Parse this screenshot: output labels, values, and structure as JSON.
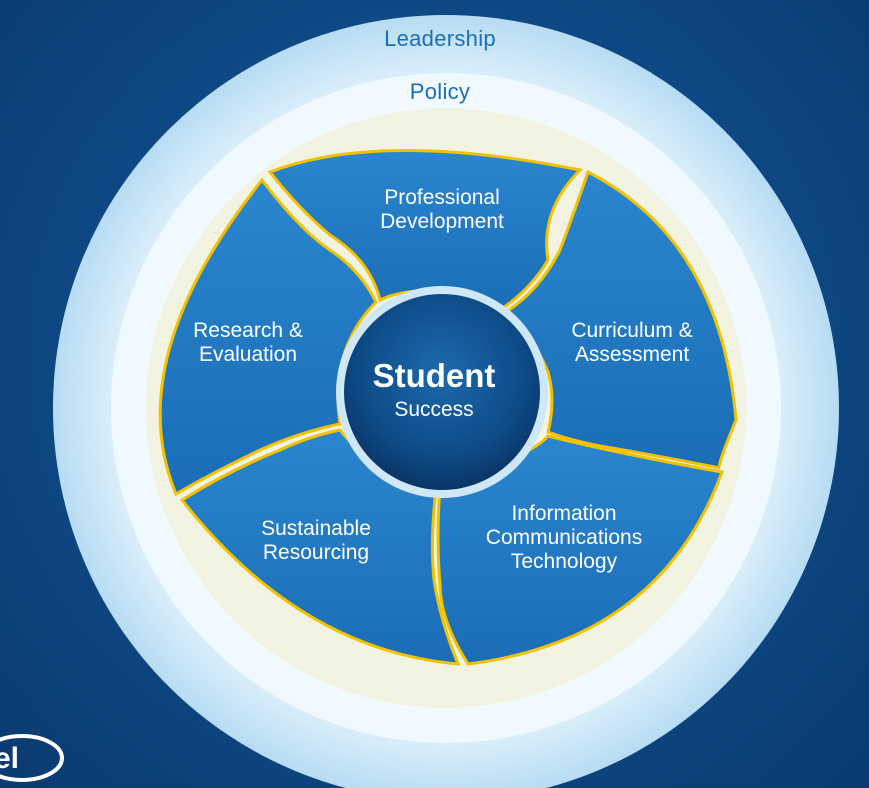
{
  "diagram": {
    "outer_ring_label": "Leadership",
    "inner_ring_label": "Policy",
    "center": {
      "title": "Student",
      "subtitle": "Success"
    },
    "segments": [
      {
        "line1": "Professional",
        "line2": "Development"
      },
      {
        "line1": "Curriculum &",
        "line2": "Assessment"
      },
      {
        "line1": "Information",
        "line2": "Communications",
        "line3": "Technology"
      },
      {
        "line1": "Sustainable",
        "line2": "Resourcing"
      },
      {
        "line1": "Research &",
        "line2": "Evaluation"
      }
    ]
  },
  "logo": {
    "text": "el"
  },
  "colors": {
    "background": "#0f4c8a",
    "outer_ring": "#dff0fa",
    "segment_blue": "#1f78c4",
    "ring_text": "#1a6fb8",
    "chip_gold": "#f2c200"
  }
}
